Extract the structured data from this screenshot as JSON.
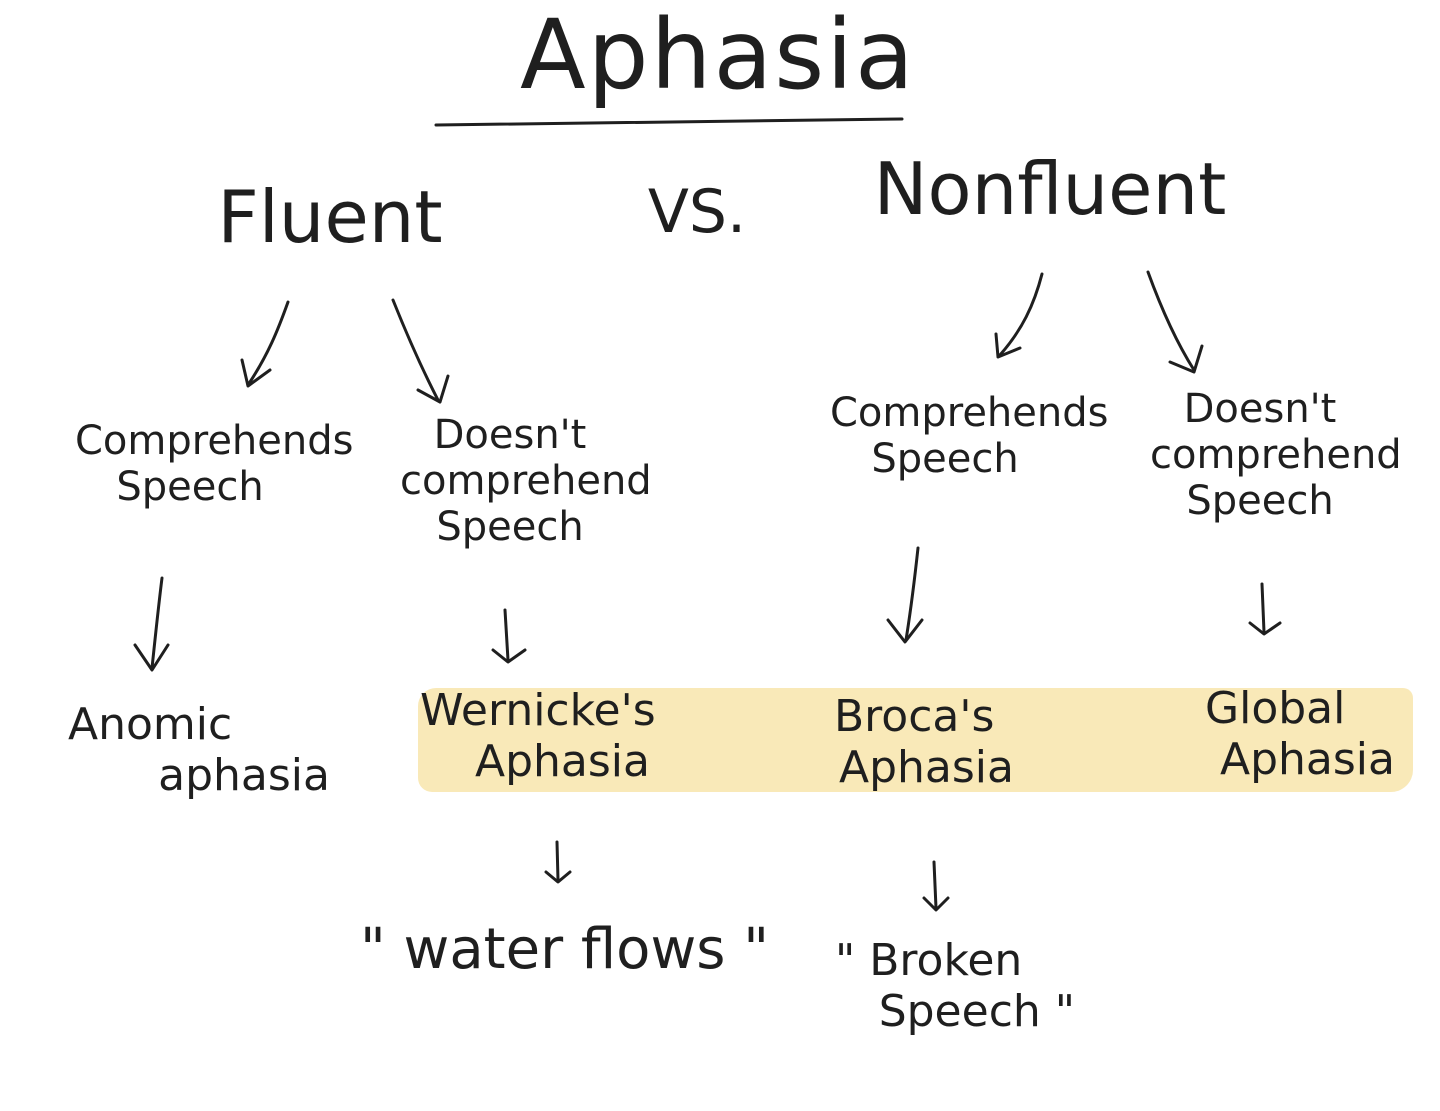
{
  "diagram": {
    "title": "Aphasia",
    "left_branch": "Fluent",
    "separator": "VS.",
    "right_branch": "Nonfluent",
    "nodes": {
      "fluent_comprehends": [
        "Comprehends",
        "Speech"
      ],
      "fluent_doesnt": [
        "Doesn't",
        "comprehend",
        "Speech"
      ],
      "nonfluent_comprehends": [
        "Comprehends",
        "Speech"
      ],
      "nonfluent_doesnt": [
        "Doesn't",
        "comprehend",
        "Speech"
      ]
    },
    "leaves": {
      "anomic": [
        "Anomic",
        "aphasia"
      ],
      "wernickes": [
        "Wernicke's",
        "Aphasia"
      ],
      "brocas": [
        "Broca's",
        "Aphasia"
      ],
      "global": [
        "Global",
        "Aphasia"
      ]
    },
    "quotes": {
      "wernickes": "\" water flows \"",
      "brocas": [
        "\" Broken",
        "Speech \""
      ]
    },
    "colors": {
      "ink": "#1f1f1f",
      "highlight": "#f6dc8c"
    }
  }
}
